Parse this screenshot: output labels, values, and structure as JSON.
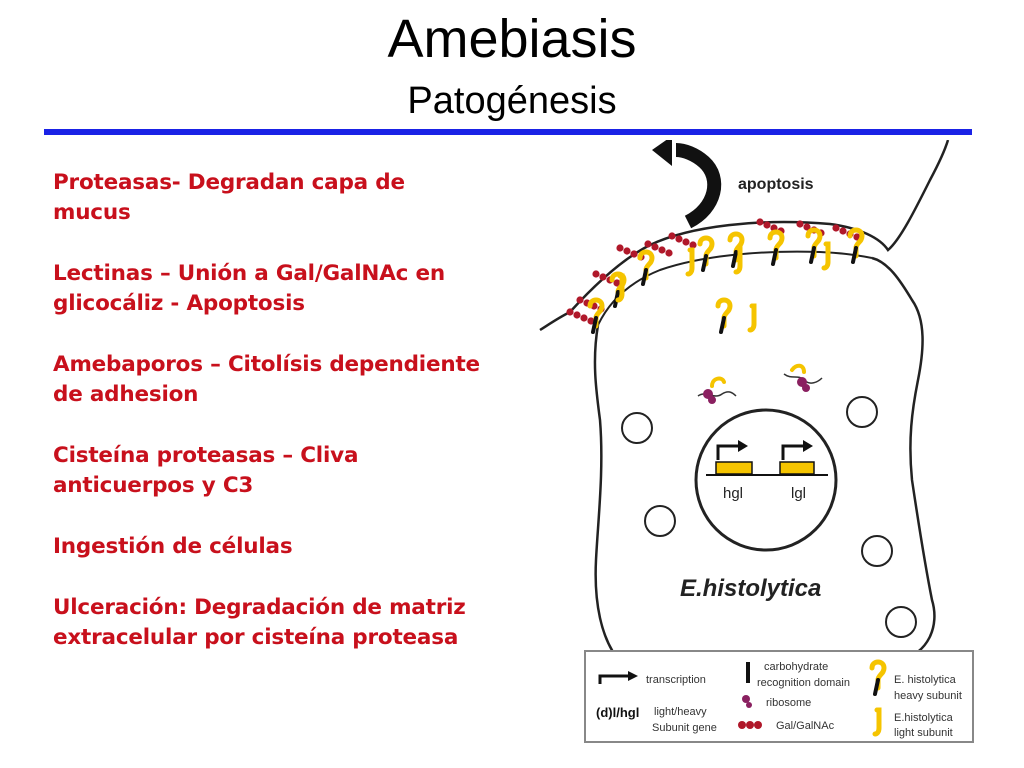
{
  "title": "Amebiasis",
  "subtitle": "Patogénesis",
  "bullets": [
    {
      "lines": [
        "Proteasas- Degradan capa de",
        "mucus"
      ]
    },
    {
      "lines": [
        "Lectinas – Unión a Gal/GalNAc en",
        "glicocáliz - Apoptosis"
      ]
    },
    {
      "lines": [
        "Amebaporos – Citolísis dependiente",
        "de adhesion"
      ]
    },
    {
      "lines": [
        "Cisteína proteasas – Cliva",
        "anticuerpos y C3"
      ]
    },
    {
      "lines": [
        "Ingestión de células"
      ]
    },
    {
      "lines": [
        "Ulceración: Degradación de matriz",
        "extracelular  por cisteína proteasa"
      ]
    }
  ],
  "diagram": {
    "apoptosis_label": "apoptosis",
    "gene_hgl": "hgl",
    "gene_lgl": "lgl",
    "organism_label": "E.histolytica",
    "legend": {
      "transcription": "transcription",
      "gene_code": "(d)l/hgl",
      "gene_desc_1": "light/heavy",
      "gene_desc_2": "Subunit gene",
      "crd_1": "carbohydrate",
      "crd_2": "recognition domain",
      "ribosome": "ribosome",
      "galnac": "Gal/GalNAc",
      "heavy_1": "E. histolytica",
      "heavy_2": "heavy subunit",
      "light_1": "E.histolytica",
      "light_2": "light subunit"
    },
    "colors": {
      "lectin_yellow": "#f5c400",
      "galnac_red": "#b0182a",
      "ribosome_purple": "#8a2060",
      "accent_rule": "#1a22e6",
      "bullet_text": "#c8101c"
    }
  }
}
